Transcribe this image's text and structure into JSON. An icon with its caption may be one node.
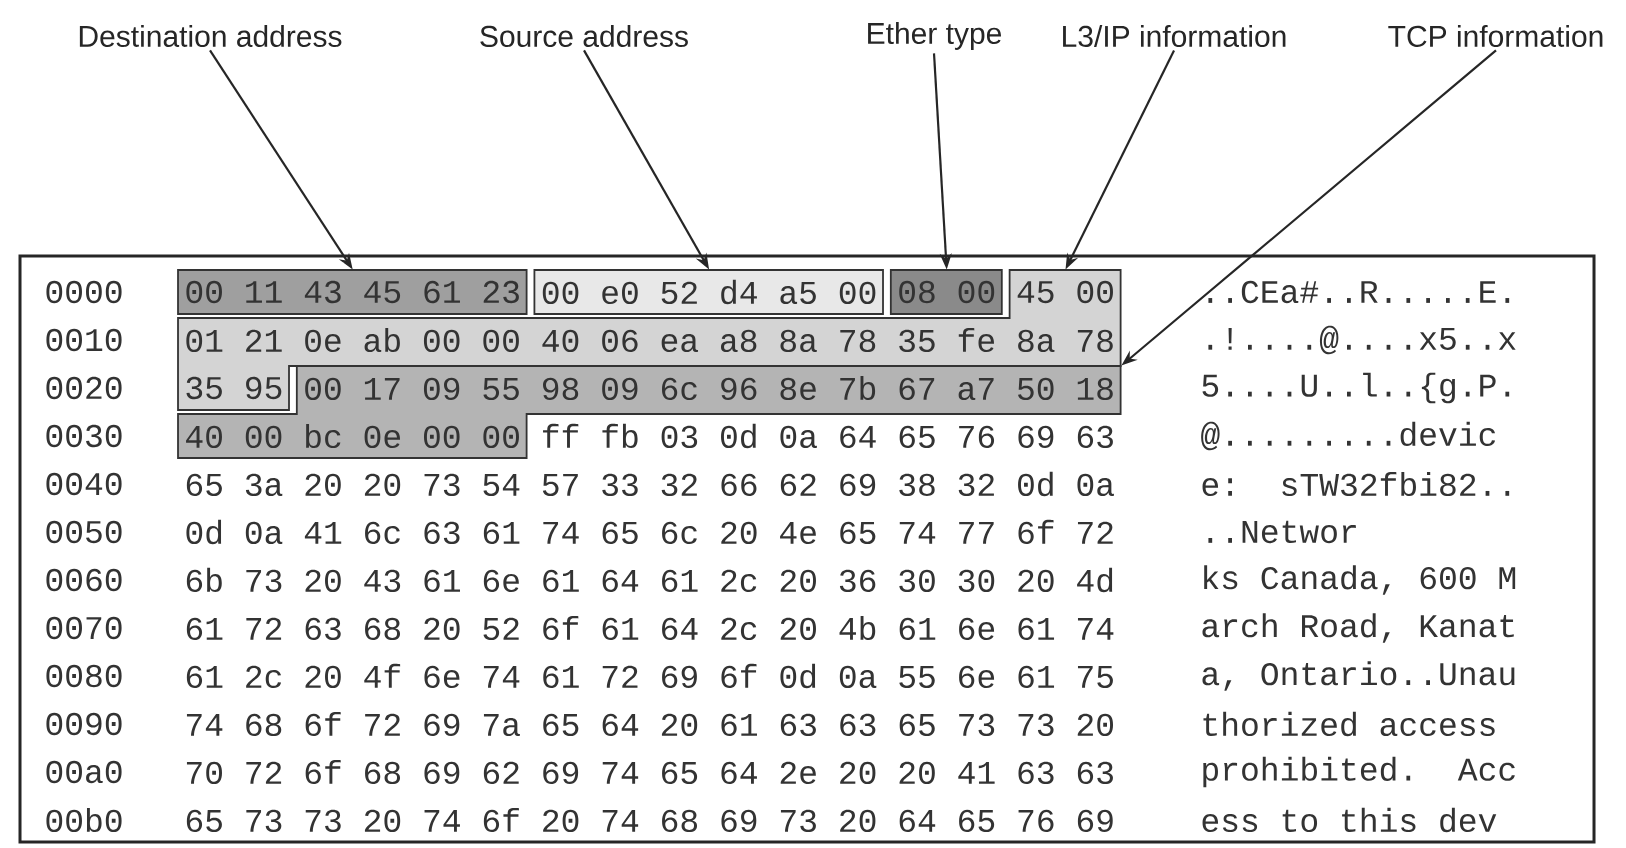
{
  "diagram": {
    "nodes": [
      {
        "text": [
          "Destination address"
        ]
      },
      {
        "text": [
          "Source address"
        ]
      },
      {
        "text": [
          "Ether type"
        ]
      },
      {
        "text": [
          "L3/IP information"
        ]
      },
      {
        "text": [
          "TCP information"
        ]
      },
      {
        "text": [
          "00 11 43 45 61 23"
        ]
      },
      {
        "text": [
          "00 e0 52 d4 a5 00"
        ]
      },
      {
        "text": [
          "08 00"
        ]
      },
      {
        "text": [
          "45 00",
          "01 21 0e ab 00 00 40 06 ea a8 8a 78 35 fe 8a 78",
          "35 95"
        ]
      },
      {
        "text": [
          "00 17 09 55 98 09 6c 96 8e 7b 67 a7 50 18",
          "40 00 bc 0e 00 00"
        ]
      }
    ],
    "edges": [
      {
        "from": 0,
        "to": 5,
        "arrow": "to"
      },
      {
        "from": 1,
        "to": 6,
        "arrow": "to"
      },
      {
        "from": 2,
        "to": 7,
        "arrow": "to"
      },
      {
        "from": 3,
        "to": 8,
        "arrow": "to"
      },
      {
        "from": 4,
        "to": 9,
        "arrow": "to"
      }
    ],
    "labels": [
      "0000",
      "..CEa#..R.....E.",
      "0010",
      ".!....@....x5..x",
      "0020",
      "5....U..l..{g.P.",
      "0030",
      "ff fb 03 0d 0a 64 65 76 69 63",
      "@.........devic",
      "0040",
      "65 3a 20 20 73 54 57 33 32 66 62 69 38 32 0d 0a",
      "e:  sTW32fbi82..",
      "0050",
      "0d 0a 41 6c 63 61 74 65 6c 20 4e 65 74 77 6f 72",
      "..Networ",
      "0060",
      "6b 73 20 43 61 6e 61 64 61 2c 20 36 30 30 20 4d",
      "ks Canada, 600 M",
      "0070",
      "61 72 63 68 20 52 6f 61 64 2c 20 4b 61 6e 61 74",
      "arch Road, Kanat",
      "0080",
      "61 2c 20 4f 6e 74 61 72 69 6f 0d 0a 55 6e 61 75",
      "a, Ontario..Unau",
      "0090",
      "74 68 6f 72 69 7a 65 64 20 61 63 63 65 73 73 20",
      "thorized access ",
      "00a0",
      "70 72 6f 68 69 62 69 74 65 64 2e 20 20 41 63 63",
      "prohibited.  Acc",
      "00b0",
      "65 73 73 20 74 6f 20 74 68 69 73 20 64 65 76 69",
      "ess to this dev"
    ]
  }
}
